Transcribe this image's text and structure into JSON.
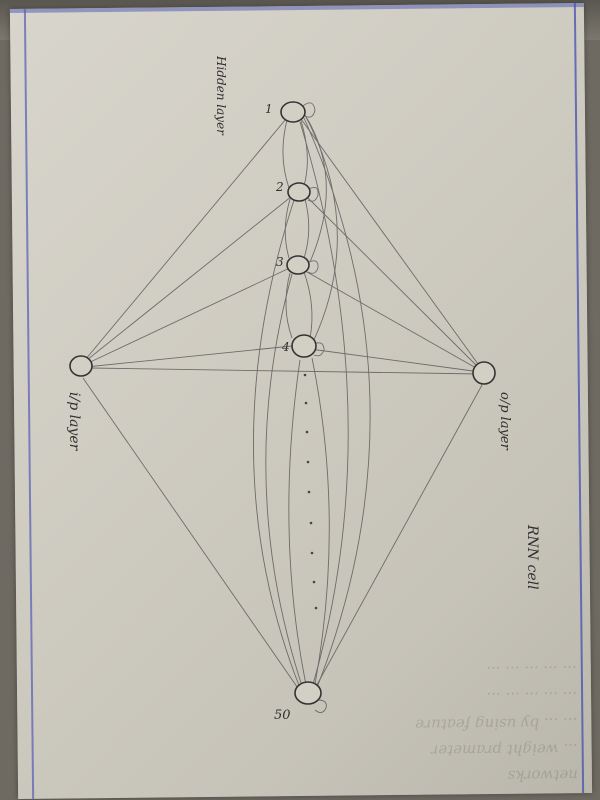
{
  "labels": {
    "hidden_layer": "Hidden layer",
    "input_layer": "i/p layer",
    "output_layer": "o/p layer",
    "caption": "RNN cell",
    "node_1": "1",
    "node_2": "2",
    "node_3": "3",
    "node_4": "4",
    "node_50": "50",
    "bleed_through": [
      "networks",
      "... weight prameter",
      "... ... by using feature",
      "... ... ... ... ...",
      "... ... ... ... ..."
    ]
  },
  "colors": {
    "paper": "#d3d0c6",
    "ink": "#555555",
    "margin_rule": "#4b55b0"
  }
}
